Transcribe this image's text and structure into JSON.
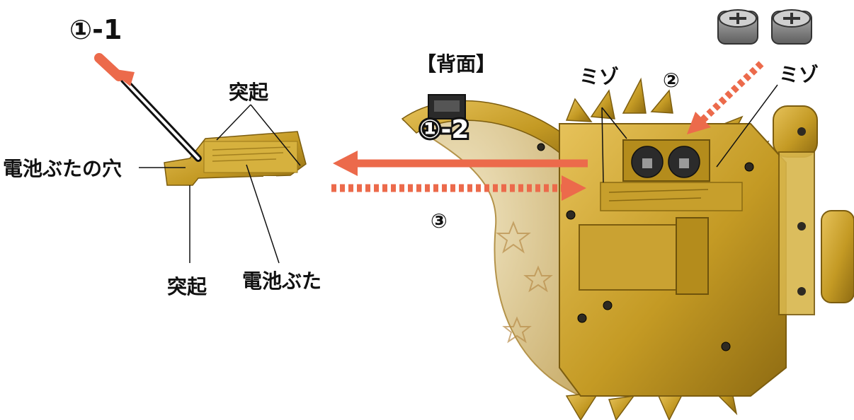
{
  "colors": {
    "arrow": "#ec6a4b",
    "gold": "#c9a12a",
    "gold_dark": "#8a6a12",
    "gold_light": "#e8c96a",
    "dial": "#d7c38f",
    "battery": "#8a8a8a",
    "line": "#111111"
  },
  "labels": {
    "back_title": "【背面】",
    "step_1_1": "①-1",
    "step_1_2": "①-2",
    "step_2": "②",
    "step_3": "③",
    "protrusion_top": "突起",
    "protrusion_bottom": "突起",
    "cover_hole": "電池ぶたの穴",
    "battery_cover": "電池ぶた",
    "groove_left": "ミゾ",
    "groove_right": "ミゾ"
  },
  "icons": {
    "battery_1": "battery-plus-icon",
    "battery_2": "battery-plus-icon"
  }
}
